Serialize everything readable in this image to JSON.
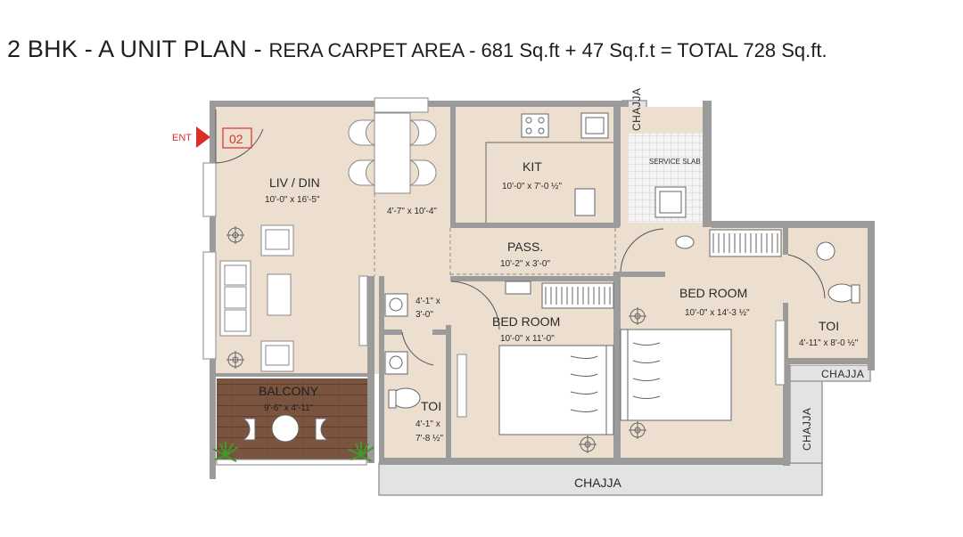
{
  "title": {
    "main": "2 BHK - A UNIT PLAN - ",
    "sub": "RERA CARPET AREA - 681 Sq.ft + 47 Sq.f.t = TOTAL 728 Sq.ft."
  },
  "entry": {
    "label": "ENT",
    "unit_number": "02"
  },
  "rooms": {
    "liv_din": {
      "name": "LIV / DIN",
      "dim": "10'-0\" x 16'-5\""
    },
    "dining": {
      "dim": "4'-7\" x 10'-4\""
    },
    "kitchen": {
      "name": "KIT",
      "dim": "10'-0\" x 7'-0 ½\""
    },
    "service_slab": {
      "name": "SERVICE SLAB"
    },
    "passage": {
      "name": "PASS.",
      "dim": "10'-2\" x 3'-0\""
    },
    "wash": {
      "dim_line1": "4'-1\" x",
      "dim_line2": "3'-0\""
    },
    "toi_common": {
      "name": "TOI",
      "dim_line1": "4'-1\" x",
      "dim_line2": "7'-8 ½\""
    },
    "bedroom_1": {
      "name": "BED ROOM",
      "dim": "10'-0\" x 11'-0\""
    },
    "bedroom_2": {
      "name": "BED ROOM",
      "dim": "10'-0\" x 14'-3 ½\""
    },
    "toi_master": {
      "name": "TOI",
      "dim": "4'-11\" x 8'-0 ½\""
    },
    "balcony": {
      "name": "BALCONY",
      "dim": "9'-6\" x 4'-11\""
    }
  },
  "chajja": {
    "top": "CHAJJA",
    "right_small": "CHAJJA",
    "right_vertical": "CHAJJA",
    "bottom": "CHAJJA"
  },
  "colors": {
    "floor": "#ecdfd0",
    "wall": "#9b9b9b",
    "wood": "#7b5440",
    "entry_marker": "#d9302c",
    "chajja": "#e3e3e3"
  }
}
